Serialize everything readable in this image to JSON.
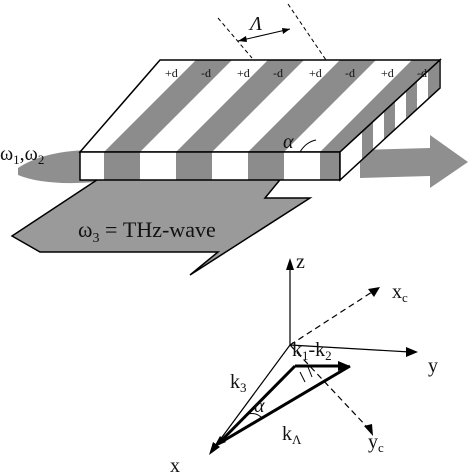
{
  "crystal": {
    "period_label": "Λ",
    "domain_labels": [
      "+d",
      "-d",
      "+d",
      "-d",
      "+d",
      "-d",
      "+d",
      "-d"
    ],
    "angle_label": "α",
    "colors": {
      "stripe_dark": "#8c8c8c",
      "face_light": "#ffffff",
      "outline": "#000000"
    }
  },
  "beams": {
    "input_label_w1": "ω",
    "input_sub_1": "1",
    "input_sep": ",",
    "input_label_w2": "ω",
    "input_sub_2": "2",
    "thz_label": "ω",
    "thz_sub": "3",
    "thz_suffix": " = THz-wave",
    "colors": {
      "beam_gray": "#8f8f8f",
      "thz_arrow": "#9a9a9a"
    }
  },
  "axes": {
    "z": "z",
    "y": "y",
    "x": "x",
    "xc": "x",
    "xc_sub": "c",
    "yc": "y",
    "yc_sub": "c"
  },
  "vectors": {
    "k1": "k",
    "k1_sub": "1",
    "minus": "-",
    "k2": "k",
    "k2_sub": "2",
    "k3": "k",
    "k3_sub": "3",
    "klambda": "k",
    "klambda_sub": "Λ",
    "angle": "α"
  }
}
